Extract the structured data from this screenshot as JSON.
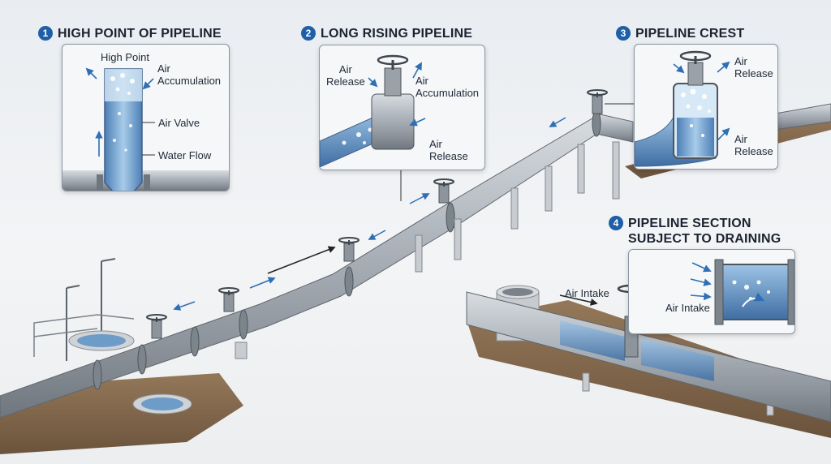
{
  "sections": [
    {
      "number": "1",
      "title_lines": [
        "HIGH POINT OF PIPELINE"
      ]
    },
    {
      "number": "2",
      "title_lines": [
        "LONG RISING PIPELINE"
      ]
    },
    {
      "number": "3",
      "title_lines": [
        "PIPELINE CREST"
      ]
    },
    {
      "number": "4",
      "title_lines": [
        "PIPELINE SECTION",
        "SUBJECT TO DRAINING"
      ]
    }
  ],
  "panel1": {
    "high_point": "High Point",
    "air_accumulation": [
      "Air",
      "Accumulation"
    ],
    "air_valve": "Air Valve",
    "water_flow": "Water Flow"
  },
  "panel2": {
    "air_release_left": [
      "Air",
      "Release"
    ],
    "air_accumulation": [
      "Air",
      "Accumulation"
    ],
    "air_release_bottom": [
      "Air",
      "Release"
    ]
  },
  "panel3": {
    "air_release_top": [
      "Air",
      "Release"
    ],
    "air_release_bottom": [
      "Air",
      "Release"
    ]
  },
  "panel4": {
    "air_intake_outside": "Air Intake",
    "air_intake_inside": "Air Intake"
  },
  "colors": {
    "accent_blue": "#1f5fa8",
    "water_blue": "#5b8fc4",
    "pipe_steel": "#a9b0b8",
    "ground_brown": "#7a5a3c"
  }
}
